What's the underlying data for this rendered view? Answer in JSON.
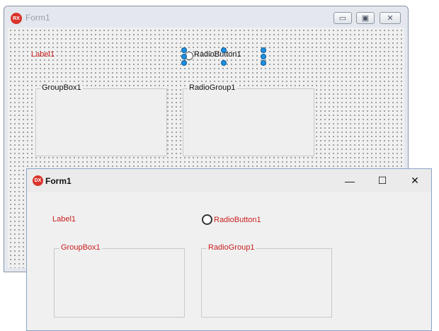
{
  "design_form": {
    "title": "Form1",
    "logo_text": "RX",
    "buttons": {
      "minimize": "▭",
      "restore": "▣",
      "close": "✕"
    },
    "label1": "Label1",
    "radiobutton1": "RadioButton1",
    "groupbox1": "GroupBox1",
    "radiogroup1": "RadioGroup1"
  },
  "runtime_form": {
    "title": "Form1",
    "logo_text": "DX",
    "buttons": {
      "minimize": "—",
      "maximize": "☐",
      "close": "✕"
    },
    "label1": "Label1",
    "radiobutton1": "RadioButton1",
    "groupbox1": "GroupBox1",
    "radiogroup1": "RadioGroup1"
  },
  "colors": {
    "label_red": "#c81e1e",
    "selection_handle": "#1d8fe1",
    "logo_red": "#d9342b"
  }
}
